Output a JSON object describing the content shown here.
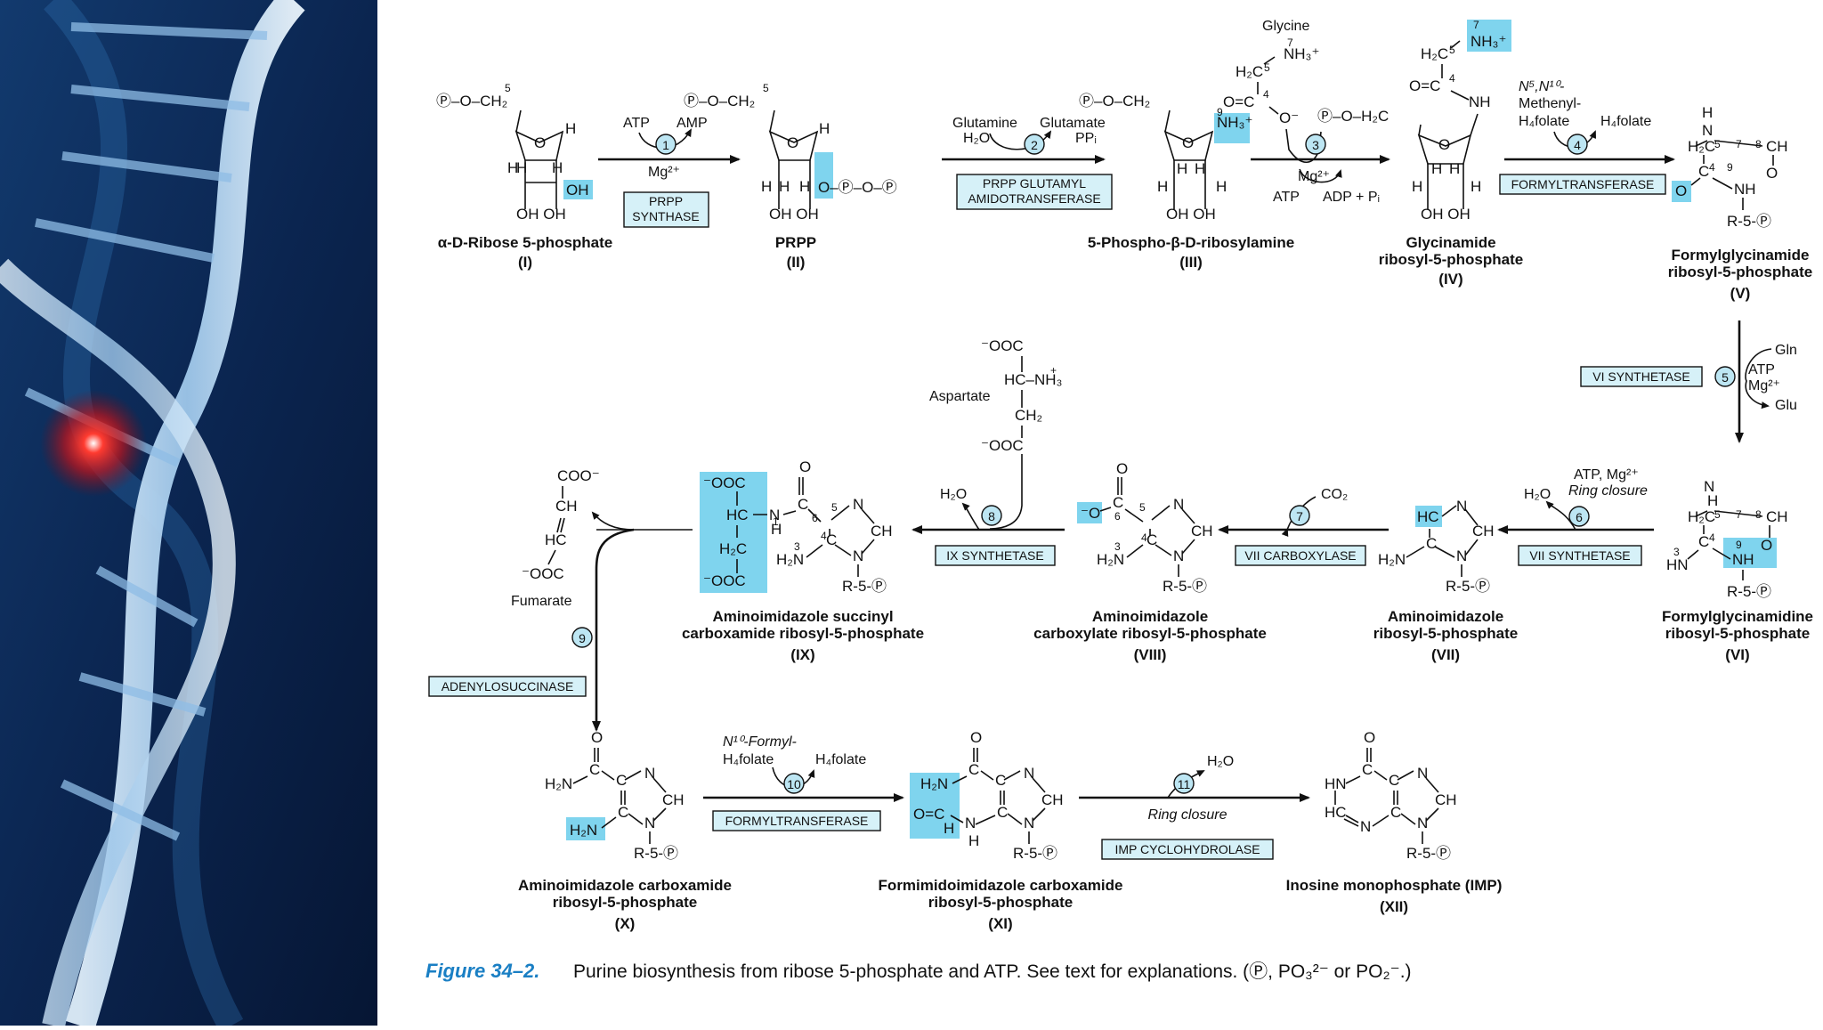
{
  "caption": {
    "figure": "Figure 34–2.",
    "text": "Purine biosynthesis from ribose 5-phosphate and ATP. See text for explanations. (Ⓟ, PO₃²⁻ or PO₂⁻.)"
  },
  "compounds": [
    {
      "name": "α-D-Ribose 5-phosphate",
      "num": "(I)"
    },
    {
      "name": "PRPP",
      "num": "(II)"
    },
    {
      "name": "5-Phospho-β-D-ribosylamine",
      "num": "(III)"
    },
    {
      "name1": "Glycinamide",
      "name2": "ribosyl-5-phosphate",
      "num": "(IV)"
    },
    {
      "name1": "Formylglycinamide",
      "name2": "ribosyl-5-phosphate",
      "num": "(V)"
    },
    {
      "name1": "Formylglycinamidine",
      "name2": "ribosyl-5-phosphate",
      "num": "(VI)"
    },
    {
      "name1": "Aminoimidazole",
      "name2": "ribosyl-5-phosphate",
      "num": "(VII)"
    },
    {
      "name1": "Aminoimidazole",
      "name2": "carboxylate ribosyl-5-phosphate",
      "num": "(VIII)"
    },
    {
      "name1": "Aminoimidazole succinyl",
      "name2": "carboxamide ribosyl-5-phosphate",
      "num": "(IX)"
    },
    {
      "name1": "Aminoimidazole carboxamide",
      "name2": "ribosyl-5-phosphate",
      "num": "(X)"
    },
    {
      "name1": "Formimidoimidazole carboxamide",
      "name2": "ribosyl-5-phosphate",
      "num": "(XI)"
    },
    {
      "name": "Inosine monophosphate (IMP)",
      "num": "(XII)"
    }
  ],
  "enzymes": [
    {
      "line1": "PRPP",
      "line2": "SYNTHASE"
    },
    {
      "line1": "PRPP GLUTAMYL",
      "line2": "AMIDOTRANSFERASE"
    },
    {
      "line1": "FORMYLTRANSFERASE"
    },
    {
      "line1": "VI SYNTHETASE"
    },
    {
      "line1": "VII SYNTHETASE"
    },
    {
      "line1": "VII CARBOXYLASE"
    },
    {
      "line1": "IX SYNTHETASE"
    },
    {
      "line1": "ADENYLOSUCCINASE"
    },
    {
      "line1": "FORMYLTRANSFERASE"
    },
    {
      "line1": "IMP CYCLOHYDROLASE"
    }
  ],
  "steps": [
    "1",
    "2",
    "3",
    "4",
    "5",
    "6",
    "7",
    "8",
    "9",
    "10",
    "11"
  ],
  "reagents": {
    "atp": "ATP",
    "amp": "AMP",
    "mg": "Mg²⁺",
    "glutamine": "Glutamine",
    "glutamate": "Glutamate",
    "h2o": "H₂O",
    "ppi": "PPᵢ",
    "glycine": "Glycine",
    "adp_pi": "ADP + Pᵢ",
    "methenyl_1": "N⁵,N¹⁰-",
    "methenyl_2": "Methenyl-",
    "h4folate": "H₄folate",
    "gln": "Gln",
    "glu": "Glu",
    "atp_mg": "ATP, Mg²⁺",
    "ring_closure": "Ring closure",
    "co2": "CO₂",
    "aspartate": "Aspartate",
    "fumarate": "Fumarate",
    "formyl_1": "N¹⁰-Formyl-"
  }
}
